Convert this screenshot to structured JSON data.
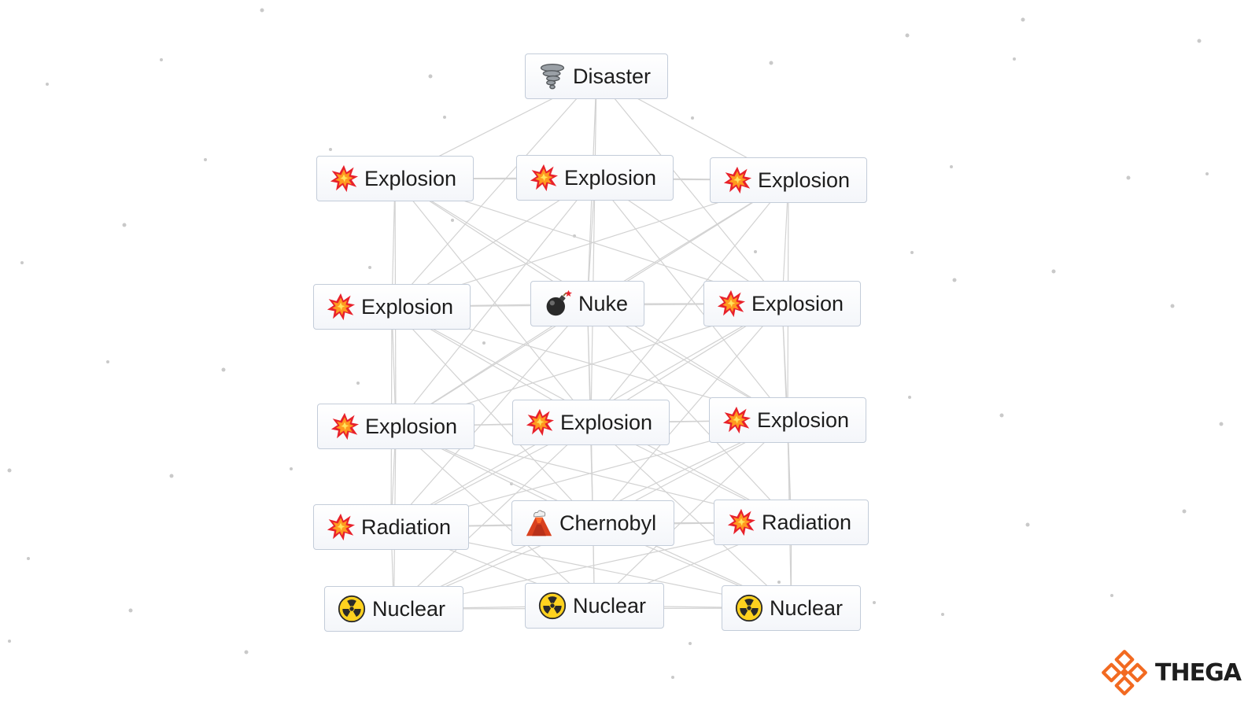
{
  "nodes": [
    {
      "id": "disaster",
      "label": "Disaster",
      "icon": "tornado-icon"
    },
    {
      "id": "explosion_1",
      "label": "Explosion",
      "icon": "explosion-icon"
    },
    {
      "id": "explosion_2",
      "label": "Explosion",
      "icon": "explosion-icon"
    },
    {
      "id": "explosion_3",
      "label": "Explosion",
      "icon": "explosion-icon"
    },
    {
      "id": "explosion_4",
      "label": "Explosion",
      "icon": "explosion-icon"
    },
    {
      "id": "nuke",
      "label": "Nuke",
      "icon": "bomb-icon"
    },
    {
      "id": "explosion_5",
      "label": "Explosion",
      "icon": "explosion-icon"
    },
    {
      "id": "explosion_6",
      "label": "Explosion",
      "icon": "explosion-icon"
    },
    {
      "id": "explosion_7",
      "label": "Explosion",
      "icon": "explosion-icon"
    },
    {
      "id": "explosion_8",
      "label": "Explosion",
      "icon": "explosion-icon"
    },
    {
      "id": "radiation_1",
      "label": "Radiation",
      "icon": "explosion-icon"
    },
    {
      "id": "chernobyl",
      "label": "Chernobyl",
      "icon": "volcano-icon"
    },
    {
      "id": "radiation_2",
      "label": "Radiation",
      "icon": "explosion-icon"
    },
    {
      "id": "nuclear_1",
      "label": "Nuclear",
      "icon": "radioactive-icon"
    },
    {
      "id": "nuclear_2",
      "label": "Nuclear",
      "icon": "radioactive-icon"
    },
    {
      "id": "nuclear_3",
      "label": "Nuclear",
      "icon": "radioactive-icon"
    }
  ],
  "watermark": {
    "text": "THEGA",
    "icon": "thegamer-logo-icon"
  },
  "colors": {
    "node_border": "#c3ccd9",
    "link": "#d2d2d2",
    "background": "#ffffff",
    "logo_orange": "#f26a21"
  }
}
